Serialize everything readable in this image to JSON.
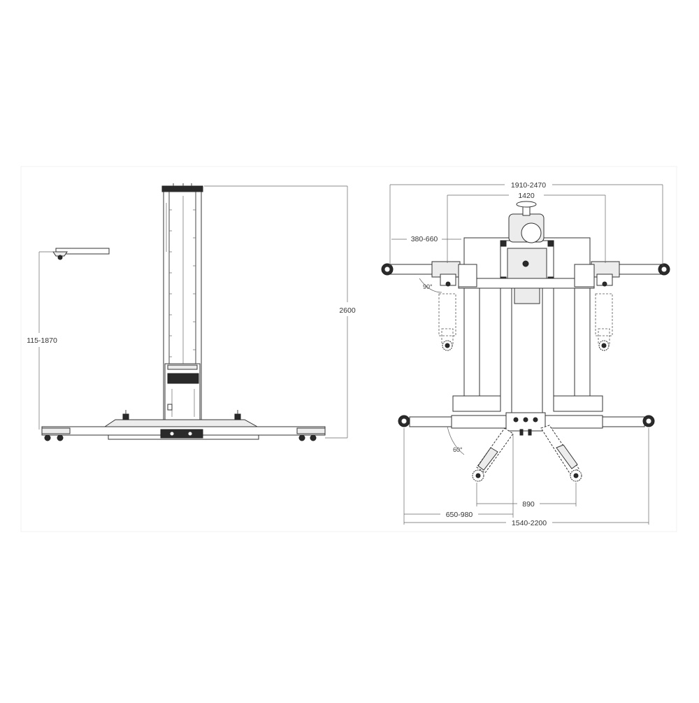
{
  "side_view": {
    "dim_height": "2600",
    "dim_lift_range": "115-1870"
  },
  "top_view": {
    "dim_overall_front": "1910-2470",
    "dim_inner_front": "1420",
    "dim_front_arm": "380-660",
    "angle_front": "90°",
    "angle_rear": "60°",
    "dim_rear_inner": "890",
    "dim_rear_arm": "650-980",
    "dim_overall_rear": "1540-2200"
  }
}
